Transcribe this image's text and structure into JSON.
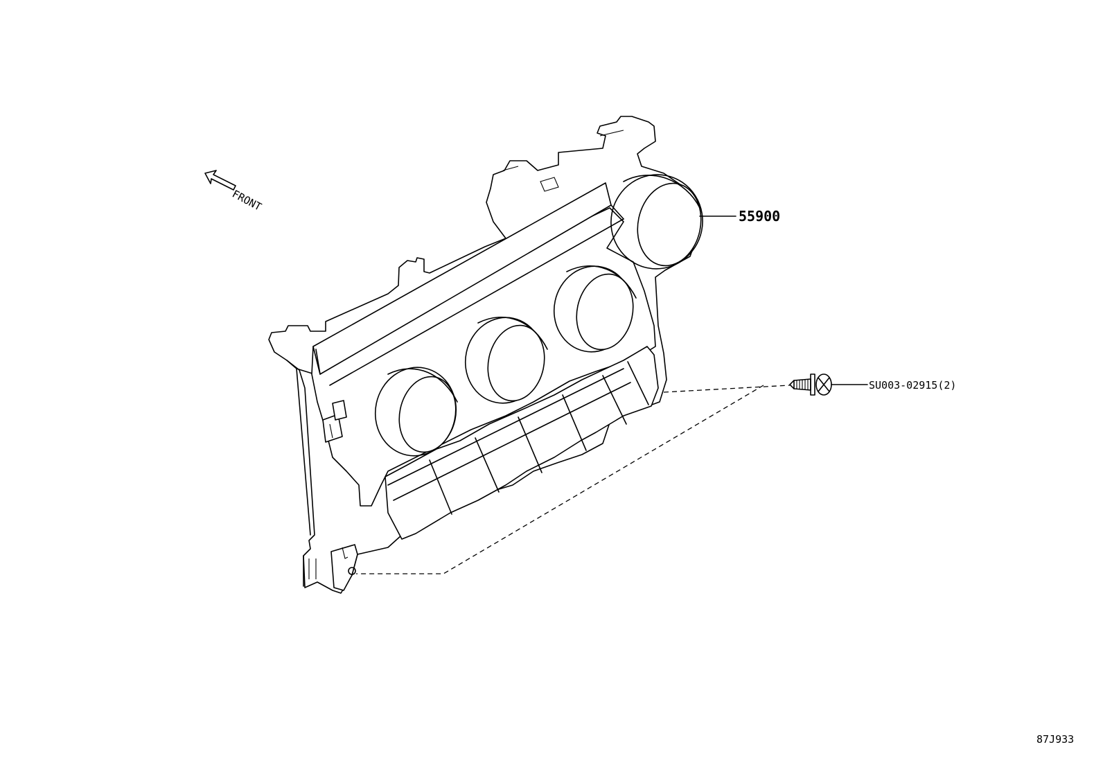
{
  "diagram": {
    "direction_label": "FRONT",
    "parts": [
      {
        "id": "assembly",
        "number": "55900"
      },
      {
        "id": "screw",
        "number": "SU003-02915(2)"
      }
    ],
    "drawing_number": "87J933"
  }
}
